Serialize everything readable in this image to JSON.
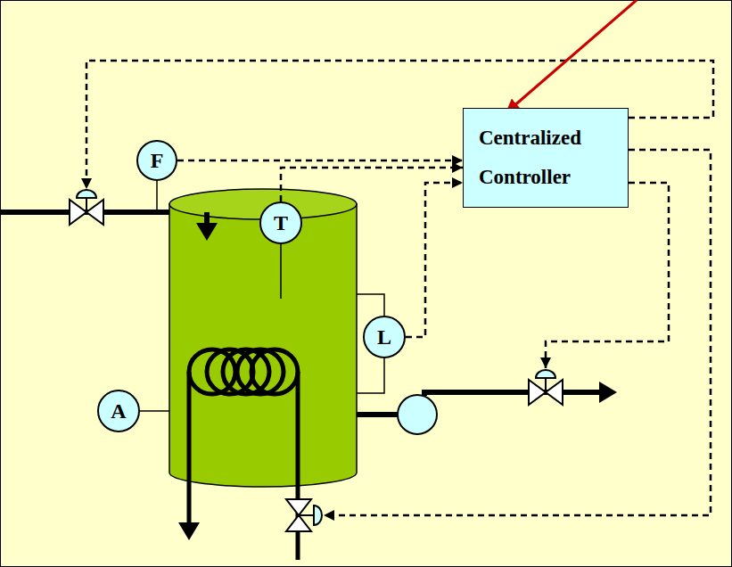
{
  "diagram": {
    "nodes": [
      {
        "text": [
          "Centralized Controller"
        ]
      },
      {
        "text": [
          "F"
        ]
      },
      {
        "text": [
          "T"
        ]
      },
      {
        "text": [
          "L"
        ]
      },
      {
        "text": [
          "A"
        ]
      }
    ],
    "edges": [
      {
        "from": 1,
        "to": 0,
        "arrow": "to"
      },
      {
        "from": 2,
        "to": 0,
        "arrow": "to"
      },
      {
        "from": 3,
        "to": 0,
        "arrow": "to"
      }
    ]
  }
}
